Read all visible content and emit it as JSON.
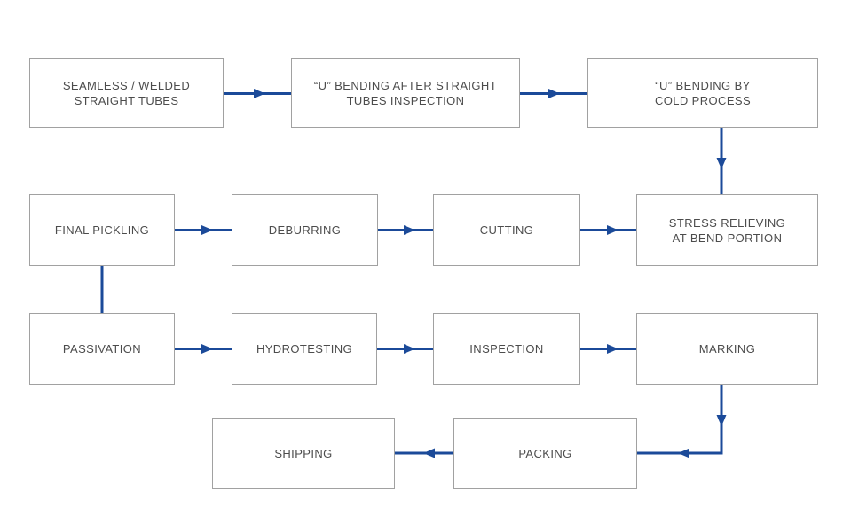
{
  "nodes": [
    {
      "id": "seamless-welded-straight-tubes",
      "label": "SEAMLESS / WELDED\nSTRAIGHT TUBES"
    },
    {
      "id": "u-bending-after-straight-tubes-inspection",
      "label": "“U” BENDING AFTER STRAIGHT\nTUBES INSPECTION"
    },
    {
      "id": "u-bending-by-cold-process",
      "label": "“U” BENDING BY\nCOLD PROCESS"
    },
    {
      "id": "final-pickling",
      "label": "FINAL PICKLING"
    },
    {
      "id": "deburring",
      "label": "DEBURRING"
    },
    {
      "id": "cutting",
      "label": "CUTTING"
    },
    {
      "id": "stress-relieving-at-bend-portion",
      "label": "STRESS RELIEVING\nAT BEND PORTION"
    },
    {
      "id": "passivation",
      "label": "PASSIVATION"
    },
    {
      "id": "hydrotesting",
      "label": "HYDROTESTING"
    },
    {
      "id": "inspection",
      "label": "INSPECTION"
    },
    {
      "id": "marking",
      "label": "MARKING"
    },
    {
      "id": "shipping",
      "label": "SHIPPING"
    },
    {
      "id": "packing",
      "label": "PACKING"
    }
  ],
  "edges": [
    {
      "from": "seamless-welded-straight-tubes",
      "to": "u-bending-after-straight-tubes-inspection",
      "direction": "right",
      "arrowhead": true
    },
    {
      "from": "u-bending-after-straight-tubes-inspection",
      "to": "u-bending-by-cold-process",
      "direction": "right",
      "arrowhead": true
    },
    {
      "from": "u-bending-by-cold-process",
      "to": "stress-relieving-at-bend-portion",
      "direction": "down",
      "arrowhead": true
    },
    {
      "from": "final-pickling",
      "to": "deburring",
      "direction": "right",
      "arrowhead": true
    },
    {
      "from": "deburring",
      "to": "cutting",
      "direction": "right",
      "arrowhead": true
    },
    {
      "from": "cutting",
      "to": "stress-relieving-at-bend-portion",
      "direction": "right",
      "arrowhead": true
    },
    {
      "from": "final-pickling",
      "to": "passivation",
      "direction": "down",
      "arrowhead": false
    },
    {
      "from": "passivation",
      "to": "hydrotesting",
      "direction": "right",
      "arrowhead": true
    },
    {
      "from": "hydrotesting",
      "to": "inspection",
      "direction": "right",
      "arrowhead": true
    },
    {
      "from": "inspection",
      "to": "marking",
      "direction": "right",
      "arrowhead": true
    },
    {
      "from": "marking",
      "to": "packing",
      "direction": "down-then-left",
      "arrowhead": true
    },
    {
      "from": "packing",
      "to": "shipping",
      "direction": "left",
      "arrowhead": true
    }
  ],
  "colors": {
    "arrow": "#1b4a99",
    "box_border": "#a1a1a1",
    "box_fill": "#ffffff",
    "text": "#4c4c4c",
    "background": "#ffffff"
  }
}
